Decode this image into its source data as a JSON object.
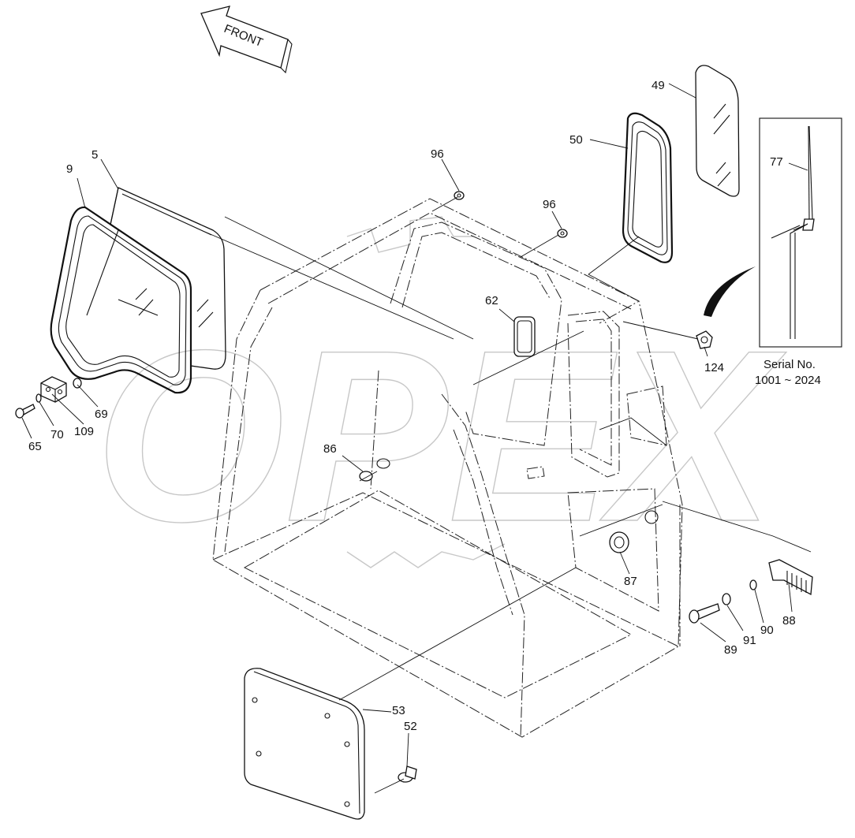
{
  "diagram": {
    "front_arrow_label": "FRONT",
    "watermark_text": "OPEX",
    "serial_note": {
      "line1": "Serial No.",
      "line2": "1001 ~ 2024"
    },
    "callouts": {
      "p5": "5",
      "p9": "9",
      "p49": "49",
      "p50": "50",
      "p52": "52",
      "p53": "53",
      "p62": "62",
      "p65": "65",
      "p69": "69",
      "p70": "70",
      "p77": "77",
      "p86": "86",
      "p87": "87",
      "p88": "88",
      "p89": "89",
      "p90": "90",
      "p91": "91",
      "p96a": "96",
      "p96b": "96",
      "p109": "109",
      "p124": "124"
    }
  }
}
